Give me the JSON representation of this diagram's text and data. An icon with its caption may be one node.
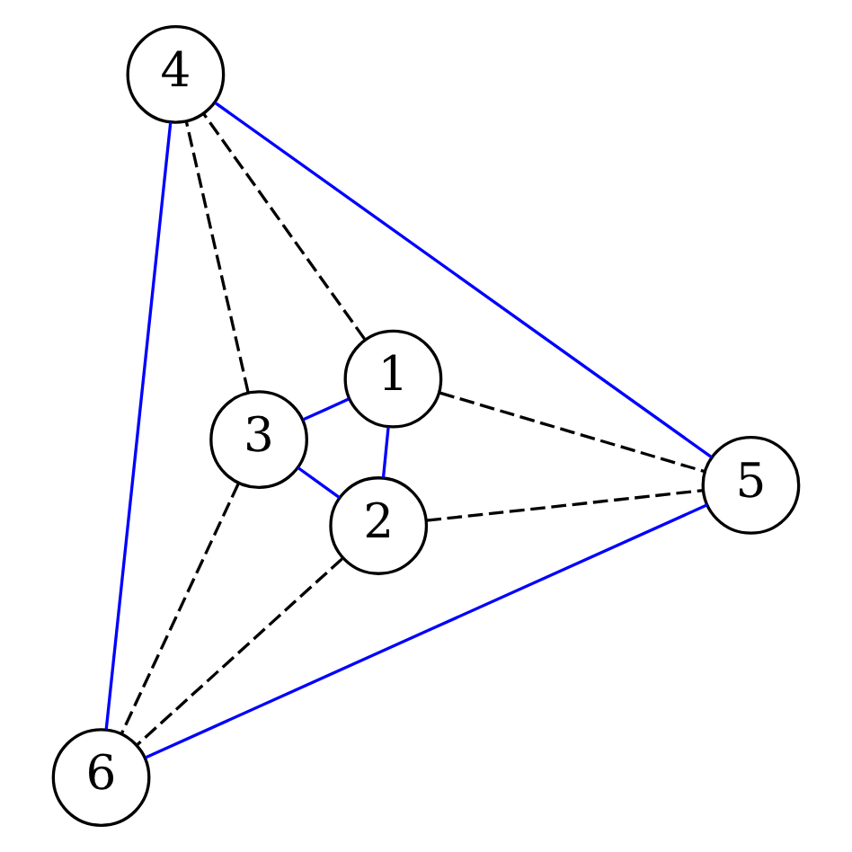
{
  "diagram": {
    "nodes": [
      {
        "text": [
          "1"
        ]
      },
      {
        "text": [
          "2"
        ]
      },
      {
        "text": [
          "3"
        ]
      },
      {
        "text": [
          "4"
        ]
      },
      {
        "text": [
          "5"
        ]
      },
      {
        "text": [
          "6"
        ]
      }
    ],
    "edges": [
      {
        "from": 0,
        "to": 1,
        "arrow": "none",
        "color": "#0000ff"
      },
      {
        "from": 1,
        "to": 2,
        "arrow": "none",
        "color": "#0000ff"
      },
      {
        "from": 2,
        "to": 0,
        "arrow": "none",
        "color": "#0000ff"
      },
      {
        "from": 3,
        "to": 4,
        "arrow": "none",
        "color": "#0000ff"
      },
      {
        "from": 4,
        "to": 5,
        "arrow": "none",
        "color": "#0000ff"
      },
      {
        "from": 5,
        "to": 3,
        "arrow": "none",
        "color": "#0000ff"
      },
      {
        "from": 0,
        "to": 3,
        "arrow": "none",
        "style": "dashed",
        "color": "#000000"
      },
      {
        "from": 2,
        "to": 3,
        "arrow": "none",
        "style": "dashed",
        "color": "#000000"
      },
      {
        "from": 0,
        "to": 4,
        "arrow": "none",
        "style": "dashed",
        "color": "#000000"
      },
      {
        "from": 1,
        "to": 4,
        "arrow": "none",
        "style": "dashed",
        "color": "#000000"
      },
      {
        "from": 1,
        "to": 5,
        "arrow": "none",
        "style": "dashed",
        "color": "#000000"
      },
      {
        "from": 2,
        "to": 5,
        "arrow": "none",
        "style": "dashed",
        "color": "#000000"
      }
    ]
  }
}
